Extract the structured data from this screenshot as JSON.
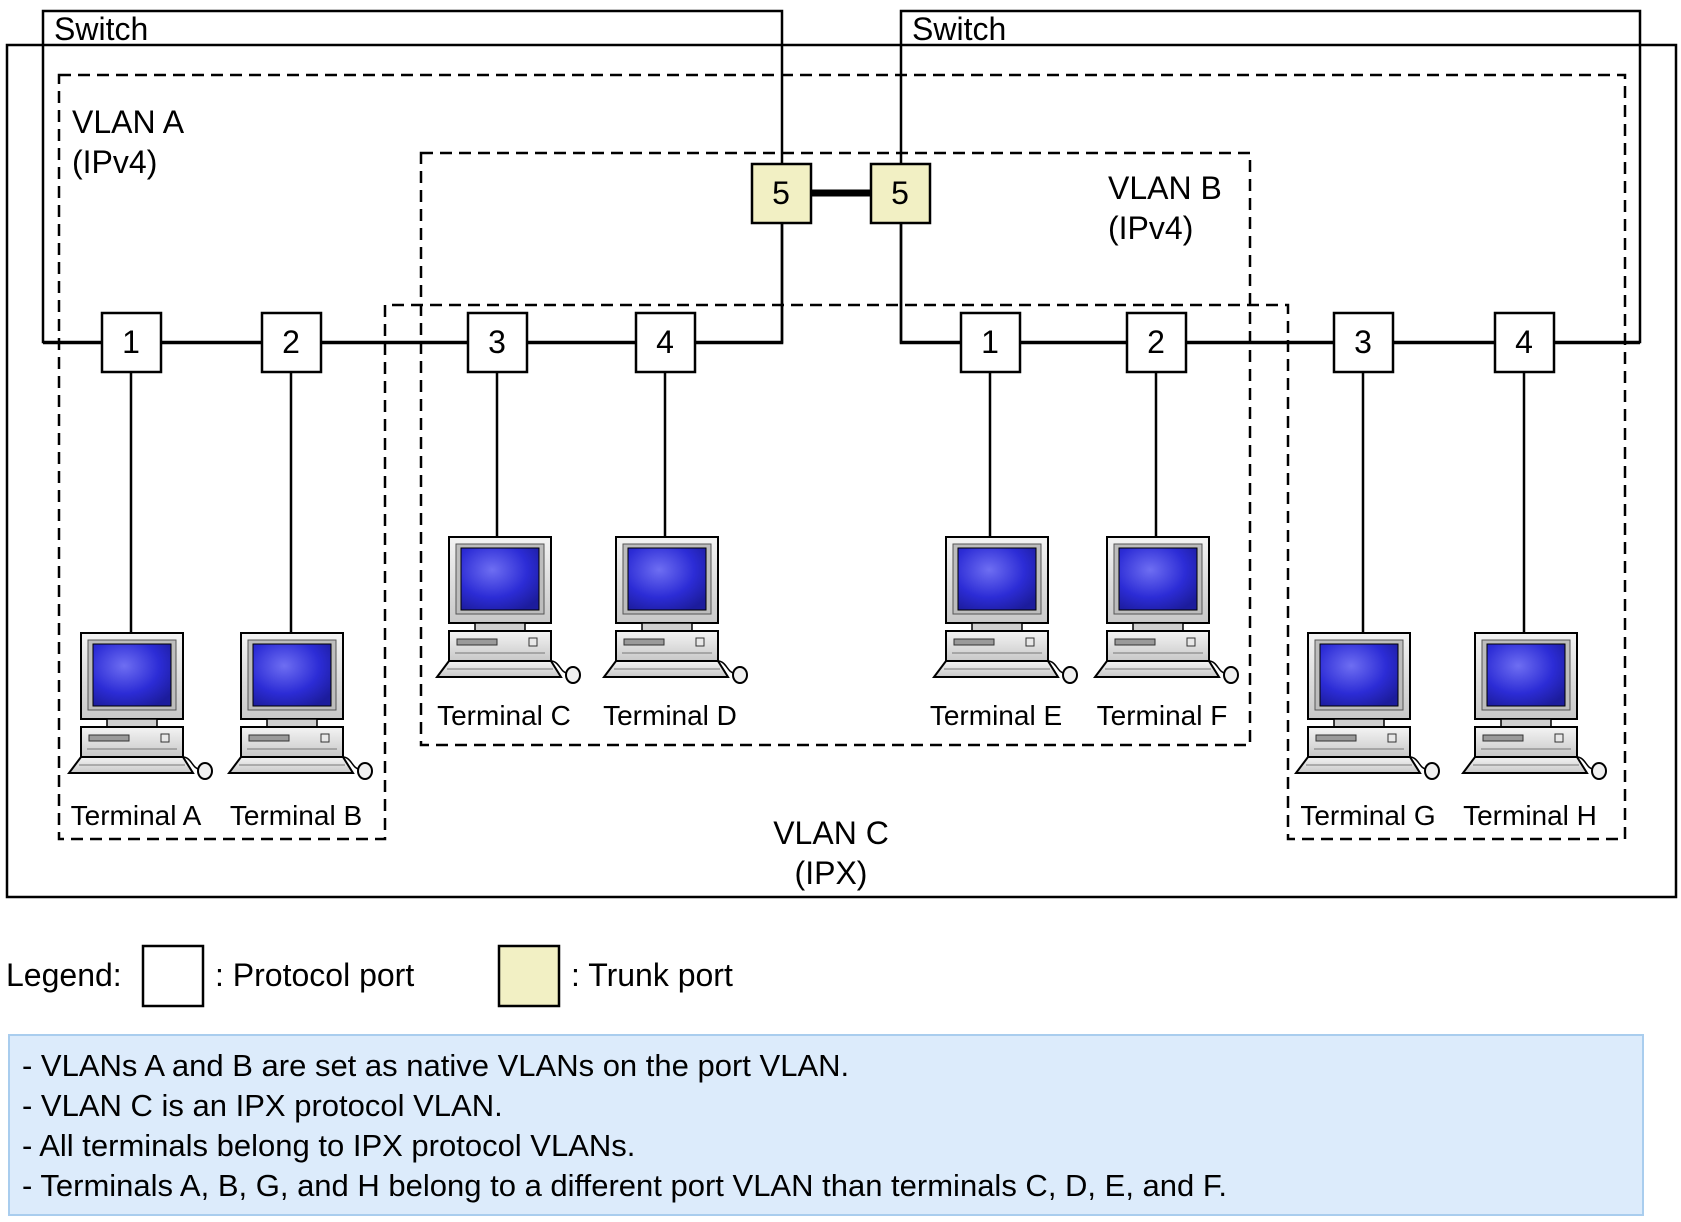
{
  "switches": [
    {
      "label": "Switch"
    },
    {
      "label": "Switch"
    }
  ],
  "vlans": {
    "a": {
      "name": "VLAN A",
      "protocol": "(IPv4)"
    },
    "b": {
      "name": "VLAN B",
      "protocol": "(IPv4)"
    },
    "c": {
      "name": "VLAN C",
      "protocol": "(IPX)"
    }
  },
  "ports": {
    "switch1": [
      "1",
      "2",
      "3",
      "4",
      "5"
    ],
    "switch2": [
      "1",
      "2",
      "3",
      "4",
      "5"
    ]
  },
  "terminals": [
    "Terminal A",
    "Terminal B",
    "Terminal C",
    "Terminal D",
    "Terminal E",
    "Terminal F",
    "Terminal G",
    "Terminal H"
  ],
  "legend": {
    "title": "Legend:",
    "protocol_port": ": Protocol port",
    "trunk_port": ": Trunk port"
  },
  "colors": {
    "trunk_port": "#f2f0c4",
    "notes_bg": "#dcebfb",
    "notes_border": "#a9cdee",
    "screen": "#2a2ad0"
  },
  "notes": [
    "- VLANs A and B are set as native VLANs on the port VLAN.",
    "- VLAN C is an IPX protocol VLAN.",
    "- All terminals belong to IPX protocol VLANs.",
    "- Terminals A, B, G, and H belong to a different port VLAN than terminals C, D, E, and F."
  ]
}
